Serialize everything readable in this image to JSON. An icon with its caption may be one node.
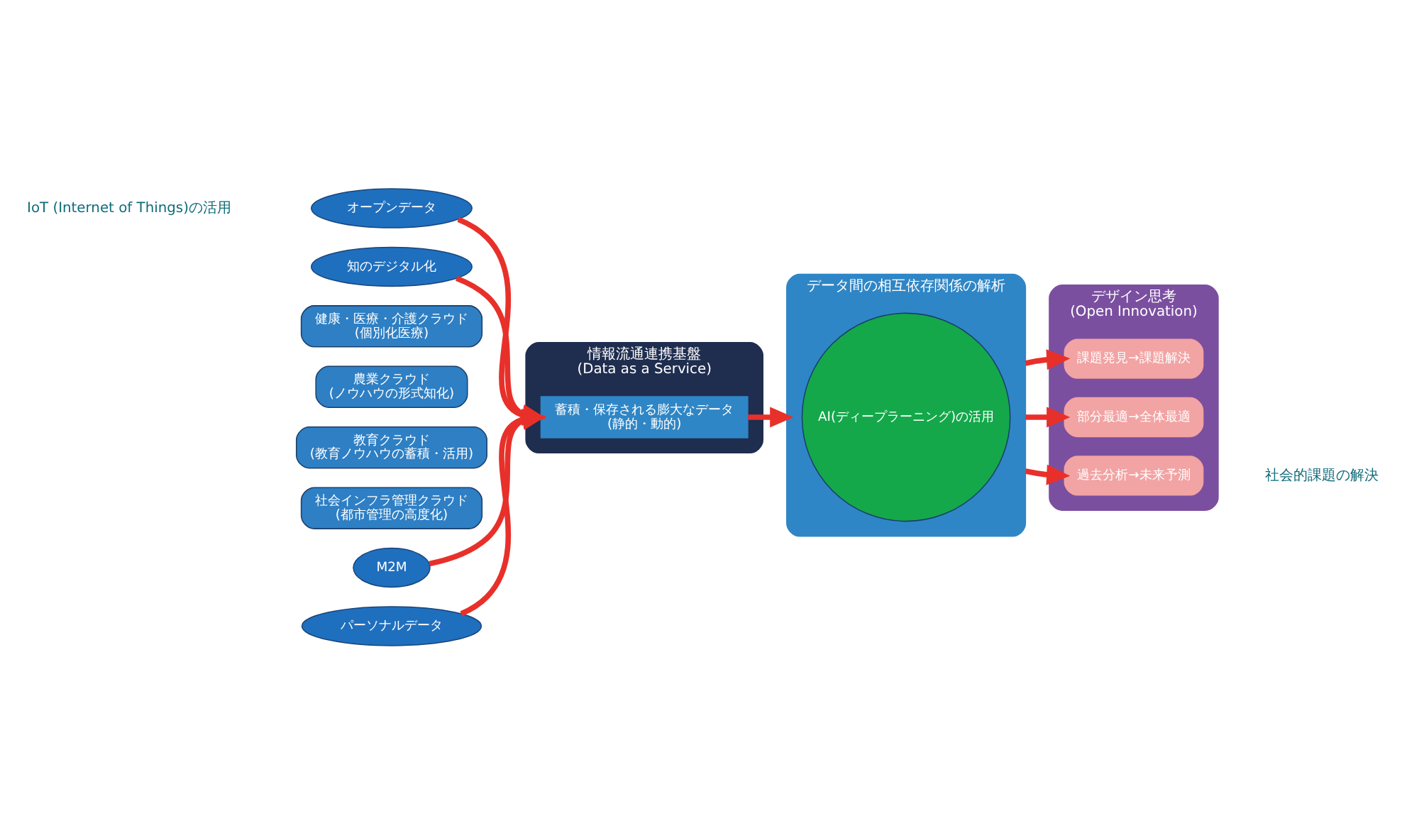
{
  "diagram": {
    "nodes": [
      {
        "text": [
          "オープンデータ"
        ]
      },
      {
        "text": [
          "知のデジタル化"
        ]
      },
      {
        "text": [
          "健康・医療・介護クラウド",
          "(個別化医療)"
        ]
      },
      {
        "text": [
          "農業クラウド",
          "(ノウハウの形式知化)"
        ]
      },
      {
        "text": [
          "教育クラウド",
          "(教育ノウハウの蓄積・活用)"
        ]
      },
      {
        "text": [
          "社会インフラ管理クラウド",
          "(都市管理の高度化)"
        ]
      },
      {
        "text": [
          "M2M"
        ]
      },
      {
        "text": [
          "パーソナルデータ"
        ]
      },
      {
        "text": [
          "情報流通連携基盤",
          "(Data as a Service)"
        ]
      },
      {
        "text": [
          "蓄積・保存される膨大なデータ",
          "(静的・動的)"
        ],
        "in": 8
      },
      {
        "text": [
          "デザイン思考",
          "(Open Innovation)"
        ]
      },
      {
        "text": [
          "データ間の相互依存関係の解析"
        ]
      },
      {
        "text": [
          "AI(ディープラーニング)の活用"
        ],
        "in": 11
      },
      {
        "text": [
          "課題発見→課題解決"
        ],
        "in": 10
      },
      {
        "text": [
          "部分最適→全体最適"
        ],
        "in": 10
      },
      {
        "text": [
          "過去分析→未来予測"
        ],
        "in": 10
      }
    ],
    "edges": [
      {
        "from": 0,
        "to": 9,
        "arrow": "to"
      },
      {
        "from": 1,
        "to": 9,
        "arrow": "to"
      },
      {
        "from": 6,
        "to": 9,
        "arrow": "to"
      },
      {
        "from": 7,
        "to": 9,
        "arrow": "to"
      },
      {
        "from": 9,
        "to": 11,
        "arrow": "to"
      },
      {
        "from": 11,
        "to": 13,
        "arrow": "to"
      },
      {
        "from": 11,
        "to": 14,
        "arrow": "to"
      },
      {
        "from": 11,
        "to": 15,
        "arrow": "to"
      }
    ],
    "labels": [
      "IoT (Internet of Things)の活用",
      "社会的課題の解決"
    ]
  }
}
